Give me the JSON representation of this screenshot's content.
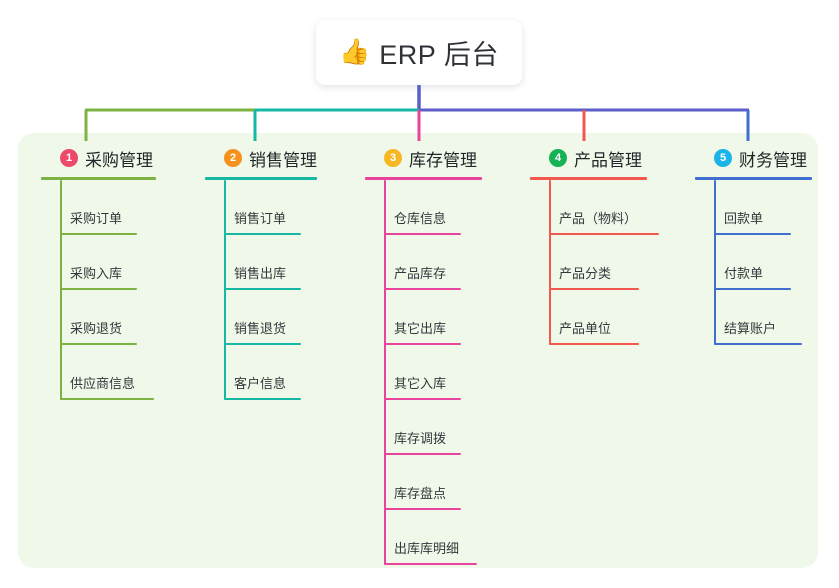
{
  "root": {
    "icon": "thumbs-up-emoji",
    "emoji": "👍",
    "title": "ERP 后台"
  },
  "colors": {
    "panel_bg": "#eff8e9",
    "page_bg": "#ffffff",
    "text": "#23272b",
    "bus_left_green": "#7cb342",
    "bus_teal": "#16b8a4",
    "bus_purple": "#5c5ec8",
    "drop_pink": "#e8449b",
    "drop_red": "#f2584f",
    "drop_blue": "#3f6fd0"
  },
  "columns": [
    {
      "index": "1",
      "badge_color": "#ec4a6b",
      "accent": "#7cb342",
      "title": "采购管理",
      "rule_width": 115,
      "leaves": [
        {
          "label": "采购订单",
          "rule_width": 77
        },
        {
          "label": "采购入库",
          "rule_width": 77
        },
        {
          "label": "采购退货",
          "rule_width": 77
        },
        {
          "label": "供应商信息",
          "rule_width": 94
        }
      ]
    },
    {
      "index": "2",
      "badge_color": "#f5921e",
      "accent": "#16b8a4",
      "title": "销售管理",
      "rule_width": 112,
      "leaves": [
        {
          "label": "销售订单",
          "rule_width": 77
        },
        {
          "label": "销售出库",
          "rule_width": 77
        },
        {
          "label": "销售退货",
          "rule_width": 77
        },
        {
          "label": "客户信息",
          "rule_width": 77
        }
      ]
    },
    {
      "index": "3",
      "badge_color": "#f7b725",
      "accent": "#e8449b",
      "title": "库存管理",
      "rule_width": 117,
      "leaves": [
        {
          "label": "仓库信息",
          "rule_width": 77
        },
        {
          "label": "产品库存",
          "rule_width": 77
        },
        {
          "label": "其它出库",
          "rule_width": 77
        },
        {
          "label": "其它入库",
          "rule_width": 77
        },
        {
          "label": "库存调拨",
          "rule_width": 77
        },
        {
          "label": "库存盘点",
          "rule_width": 77
        },
        {
          "label": "出库库明细",
          "rule_width": 93
        }
      ]
    },
    {
      "index": "4",
      "badge_color": "#15b356",
      "accent": "#f2584f",
      "title": "产品管理",
      "rule_width": 117,
      "leaves": [
        {
          "label": "产品（物料）",
          "rule_width": 110
        },
        {
          "label": "产品分类",
          "rule_width": 90
        },
        {
          "label": "产品单位",
          "rule_width": 90
        }
      ]
    },
    {
      "index": "5",
      "badge_color": "#1ab4e8",
      "accent": "#3f6fd0",
      "title": "财务管理",
      "rule_width": 117,
      "leaves": [
        {
          "label": "回款单",
          "rule_width": 77
        },
        {
          "label": "付款单",
          "rule_width": 77
        },
        {
          "label": "结算账户",
          "rule_width": 88
        }
      ]
    }
  ]
}
